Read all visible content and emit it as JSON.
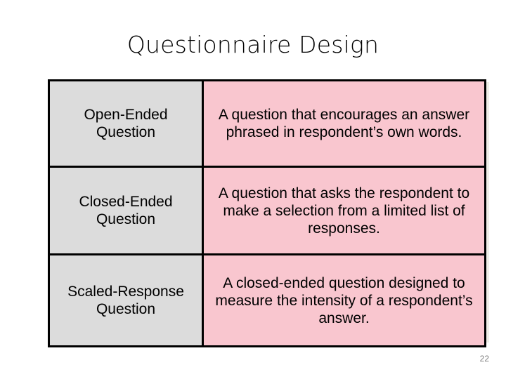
{
  "slide": {
    "title": "Questionnaire Design",
    "page_number": "22",
    "colors": {
      "background": "#ffffff",
      "term_cell": "#dcdcdc",
      "description_cell": "#f9c6cf",
      "border": "#000000",
      "title_text": "#000000",
      "page_number_text": "#7f7f7f"
    }
  },
  "table": {
    "rows": [
      {
        "term": "Open-Ended Question",
        "description": "A question that encourages an answer phrased in respondent’s own words."
      },
      {
        "term": "Closed-Ended Question",
        "description": "A question that asks the respondent to make a selection from a limited list of responses."
      },
      {
        "term": "Scaled-Response Question",
        "description": "A closed-ended question designed to measure the intensity of a respondent’s answer."
      }
    ]
  }
}
